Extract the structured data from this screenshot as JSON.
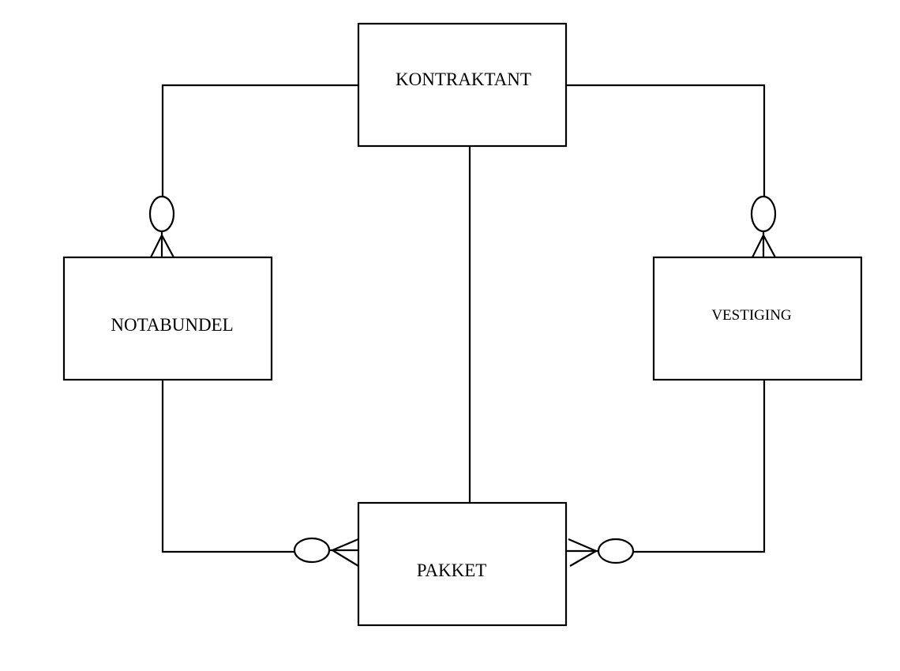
{
  "diagram": {
    "entities": {
      "kontraktant": "KONTRAKTANT",
      "notabundel": "NOTABUNDEL",
      "vestiging": "VESTIGING",
      "pakket": "PAKKET"
    }
  }
}
